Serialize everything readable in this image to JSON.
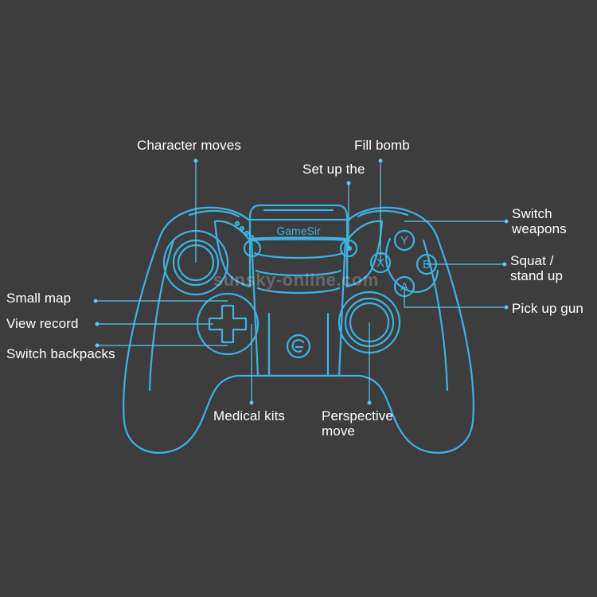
{
  "colors": {
    "background": "#3d3d3d",
    "outline": "#3ab4e4",
    "leader": "#5bc8ee",
    "text": "#ffffff"
  },
  "brand": "GameSir",
  "watermark": "sunsky-online.com",
  "buttons": {
    "y": "Y",
    "x": "X",
    "b": "B",
    "a": "A"
  },
  "labels": {
    "character_moves": "Character moves",
    "fill_bomb": "Fill bomb",
    "set_up": "Set up the",
    "switch_weapons": "Switch\nweapons",
    "squat": "Squat /\nstand up",
    "pick_up_gun": "Pick up gun",
    "small_map": "Small map",
    "view_record": "View record",
    "switch_backpacks": "Switch backpacks",
    "medical_kits": "Medical kits",
    "perspective_move": "Perspective\nmove"
  },
  "icons": [
    "gamepad-outline",
    "home-logo-icon",
    "dpad-icon",
    "joystick-icon"
  ]
}
